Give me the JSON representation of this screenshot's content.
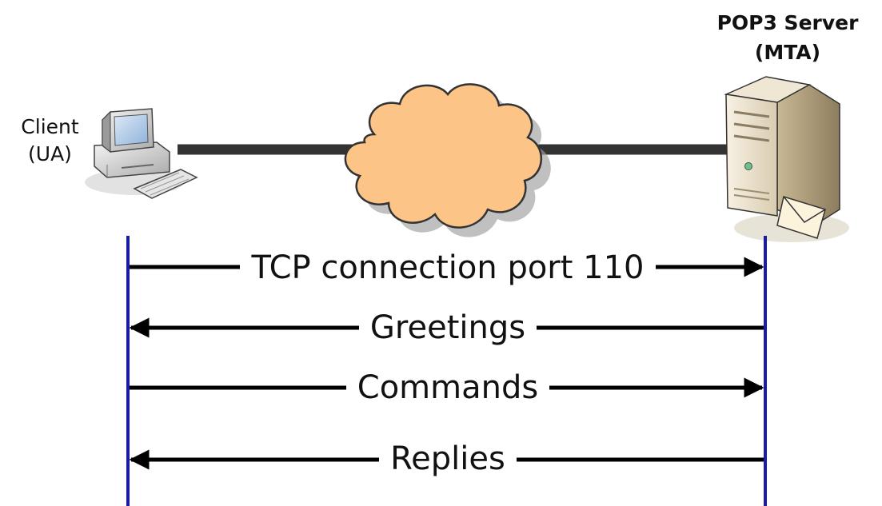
{
  "nodes": {
    "client": {
      "label_line1": "Client",
      "label_line2": "(UA)"
    },
    "server": {
      "label_line1": "POP3 Server",
      "label_line2": "(MTA)"
    }
  },
  "messages": [
    {
      "label": "TCP connection port 110",
      "direction": "client-to-server"
    },
    {
      "label": "Greetings",
      "direction": "server-to-client"
    },
    {
      "label": "Commands",
      "direction": "client-to-server"
    },
    {
      "label": "Replies",
      "direction": "server-to-client"
    }
  ],
  "colors": {
    "lifeline": "#1a1aa8",
    "arrow": "#000000",
    "link": "#333333",
    "cloud_fill": "#fdc487",
    "cloud_stroke": "#333333"
  },
  "icons": {
    "client": "desktop-computer-icon",
    "network": "cloud-icon",
    "server": "mail-server-icon"
  }
}
